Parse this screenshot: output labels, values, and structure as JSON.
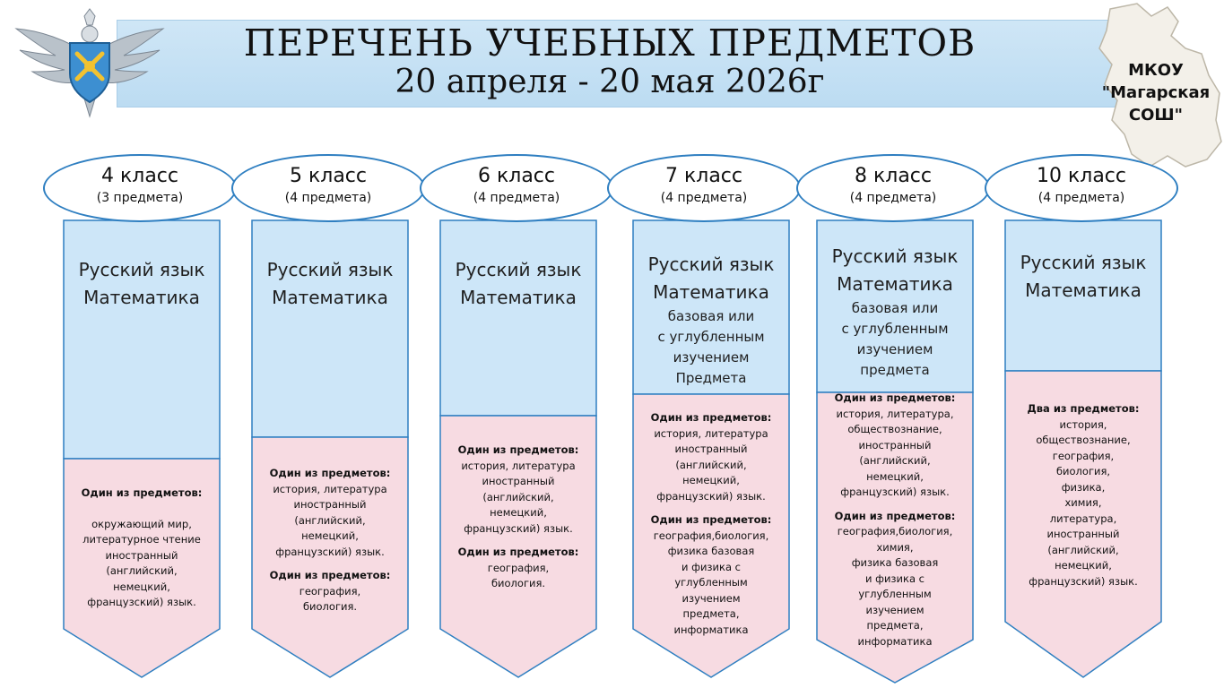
{
  "header": {
    "title": "ПЕРЕЧЕНЬ УЧЕБНЫХ ПРЕДМЕТОВ",
    "period": "20 апреля - 20 мая 2026г"
  },
  "school": {
    "name_lines": [
      "МКОУ",
      "\"Магарская",
      "СОШ\""
    ]
  },
  "colors": {
    "banner": "#c6e2f5",
    "core_fill": "#cde6f8",
    "elective_fill": "#f7dbe2",
    "outline": "#2f7fc1"
  },
  "grades": [
    {
      "grade": "4 класс",
      "count": "(3 предмета)",
      "core": [
        "Русский язык",
        "Математика"
      ],
      "core_notes": [],
      "electives": [
        {
          "heading": "Один из предметов:",
          "items": [
            "",
            "окружающий мир,",
            "литературное чтение",
            "иностранный",
            "(английский,",
            "немецкий,",
            "французский) язык."
          ]
        }
      ]
    },
    {
      "grade": "5 класс",
      "count": "(4 предмета)",
      "core": [
        "Русский язык",
        "Математика"
      ],
      "core_notes": [],
      "electives": [
        {
          "heading": "Один из предметов:",
          "items": [
            "история, литература",
            "иностранный",
            "(английский,",
            "немецкий,",
            "французский) язык."
          ]
        },
        {
          "heading": "Один из предметов:",
          "items": [
            "география,",
            "биология."
          ]
        }
      ]
    },
    {
      "grade": "6 класс",
      "count": "(4 предмета)",
      "core": [
        "Русский язык",
        "Математика"
      ],
      "core_notes": [],
      "electives": [
        {
          "heading": "Один из предметов:",
          "items": [
            "история, литература",
            "иностранный",
            "(английский,",
            "немецкий,",
            "французский) язык."
          ]
        },
        {
          "heading": "Один из предметов:",
          "items": [
            "география,",
            "биология."
          ]
        }
      ]
    },
    {
      "grade": "7 класс",
      "count": "(4 предмета)",
      "core": [
        "Русский язык",
        "Математика"
      ],
      "core_notes": [
        "базовая или",
        "с углубленным",
        "изучением",
        "Предмета"
      ],
      "electives": [
        {
          "heading": "Один из предметов:",
          "items": [
            "история, литература",
            "иностранный",
            "(английский,",
            "немецкий,",
            "французский) язык."
          ]
        },
        {
          "heading": "Один из предметов:",
          "items": [
            "география,биология,",
            "физика базовая",
            "и физика с",
            "углубленным",
            "изучением",
            "предмета,",
            "информатика"
          ]
        }
      ]
    },
    {
      "grade": "8 класс",
      "count": "(4 предмета)",
      "core": [
        "Русский язык",
        "Математика"
      ],
      "core_notes": [
        "базовая или",
        "с углубленным",
        "изучением",
        "предмета"
      ],
      "electives": [
        {
          "heading": "Один из предметов:",
          "items": [
            "история, литература,",
            "обществознание,",
            "иностранный",
            "(английский,",
            "немецкий,",
            "французский) язык."
          ]
        },
        {
          "heading": "Один из предметов:",
          "items": [
            "география,биология,",
            "химия,",
            "физика базовая",
            "и физика с",
            "углубленным",
            "изучением",
            "предмета,",
            "информатика"
          ]
        }
      ]
    },
    {
      "grade": "10 класс",
      "count": "(4 предмета)",
      "core": [
        "Русский язык",
        "Математика"
      ],
      "core_notes": [],
      "electives": [
        {
          "heading": "Два из предметов:",
          "items": [
            "история,",
            "обществознание,",
            "география,",
            "биология,",
            "физика,",
            "химия,",
            "литература,",
            "иностранный",
            "(английский,",
            "немецкий,",
            "французский) язык."
          ]
        }
      ]
    }
  ]
}
